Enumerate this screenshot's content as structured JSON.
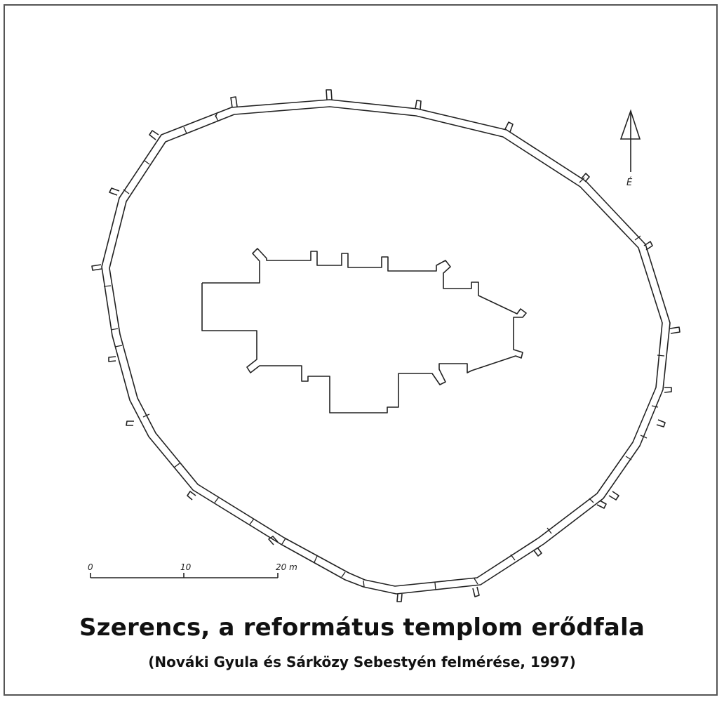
{
  "caption": {
    "title": "Szerencs, a református templom erődfala",
    "subtitle": "(Nováki Gyula és Sárközy Sebestyén felmérése, 1997)"
  },
  "north_arrow": {
    "label": "É"
  },
  "scale_bar": {
    "labels": [
      "0",
      "10",
      "20 m"
    ],
    "unit": "m",
    "max": 20
  },
  "colors": {
    "line": "#222222",
    "background": "#ffffff",
    "frame": "#555555"
  }
}
